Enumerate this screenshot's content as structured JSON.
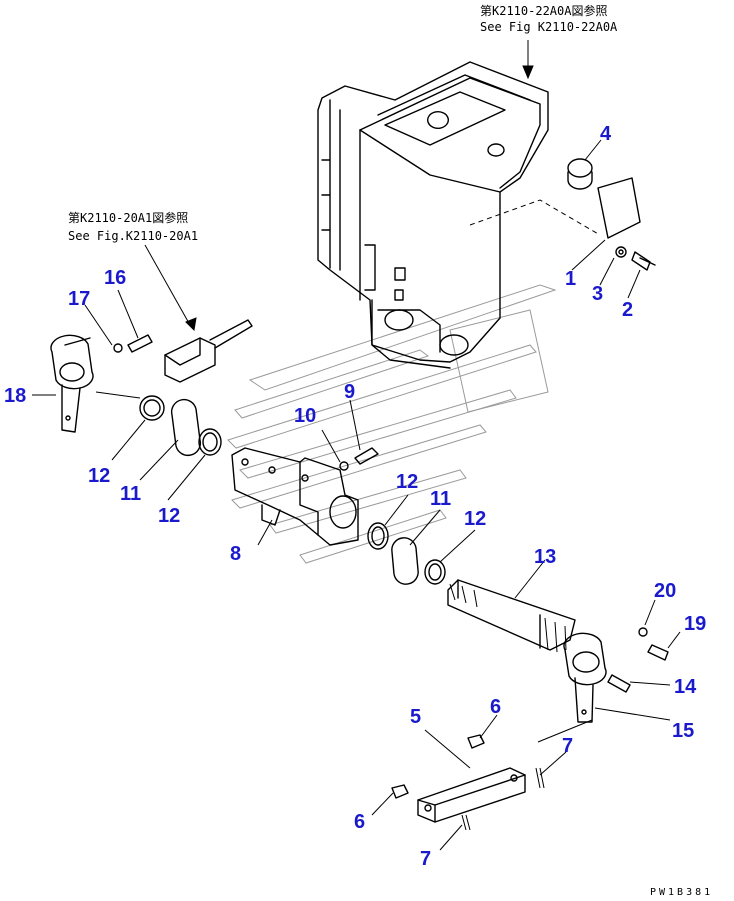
{
  "references": {
    "top": {
      "line1": "第K2110-22A0A図参照",
      "line2": "See Fig K2110-22A0A"
    },
    "left": {
      "line1": "第K2110-20A1図参照",
      "line2": "See Fig.K2110-20A1"
    }
  },
  "callouts": [
    {
      "id": "c1",
      "number": "1"
    },
    {
      "id": "c2",
      "number": "2"
    },
    {
      "id": "c3",
      "number": "3"
    },
    {
      "id": "c4",
      "number": "4"
    },
    {
      "id": "c5",
      "number": "5"
    },
    {
      "id": "c6a",
      "number": "6"
    },
    {
      "id": "c6b",
      "number": "6"
    },
    {
      "id": "c7a",
      "number": "7"
    },
    {
      "id": "c7b",
      "number": "7"
    },
    {
      "id": "c8",
      "number": "8"
    },
    {
      "id": "c9",
      "number": "9"
    },
    {
      "id": "c10",
      "number": "10"
    },
    {
      "id": "c11a",
      "number": "11"
    },
    {
      "id": "c11b",
      "number": "11"
    },
    {
      "id": "c12a",
      "number": "12"
    },
    {
      "id": "c12b",
      "number": "12"
    },
    {
      "id": "c12c",
      "number": "12"
    },
    {
      "id": "c12d",
      "number": "12"
    },
    {
      "id": "c13",
      "number": "13"
    },
    {
      "id": "c14",
      "number": "14"
    },
    {
      "id": "c15",
      "number": "15"
    },
    {
      "id": "c16",
      "number": "16"
    },
    {
      "id": "c17",
      "number": "17"
    },
    {
      "id": "c18",
      "number": "18"
    },
    {
      "id": "c19",
      "number": "19"
    },
    {
      "id": "c20",
      "number": "20"
    }
  ],
  "drawing_code": "PW1B381",
  "colors": {
    "callout": "#1a1acc",
    "line": "#000000",
    "watermark": "#9a9a9a"
  }
}
